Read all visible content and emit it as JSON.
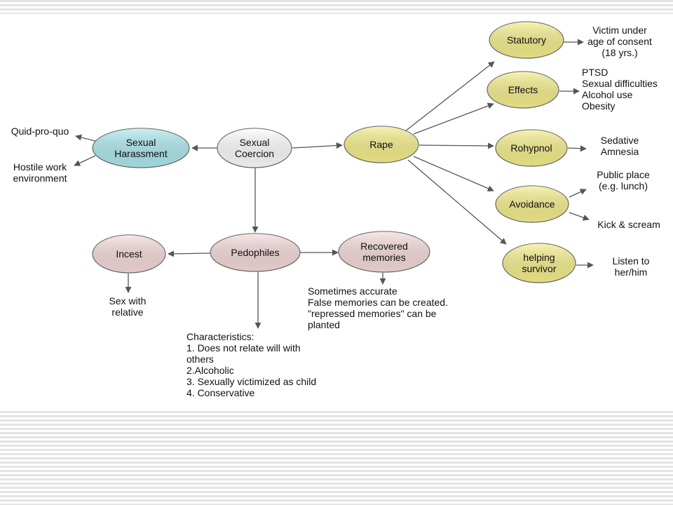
{
  "nodes": {
    "sexual_harassment": [
      "Sexual",
      "Harassment"
    ],
    "sexual_coercion": [
      "Sexual",
      "Coercion"
    ],
    "rape": [
      "Rape"
    ],
    "statutory": [
      "Statutory"
    ],
    "effects": [
      "Effects"
    ],
    "rohypnol": [
      "Rohypnol"
    ],
    "avoidance": [
      "Avoidance"
    ],
    "helping_survivor": [
      "helping",
      "survivor"
    ],
    "incest": [
      "Incest"
    ],
    "pedophiles": [
      "Pedophiles"
    ],
    "recovered_memories": [
      "Recovered",
      "memories"
    ]
  },
  "labels": {
    "quid_pro_quo": [
      "Quid-pro-quo"
    ],
    "hostile_work": [
      "Hostile work",
      "environment"
    ],
    "victim_under": [
      "Victim under",
      "age of consent",
      "(18 yrs.)"
    ],
    "effects_list": [
      "PTSD",
      "Sexual difficulties",
      "Alcohol use",
      "Obesity"
    ],
    "sedative": [
      "Sedative",
      "Amnesia"
    ],
    "public_place": [
      "Public place",
      "(e.g. lunch)"
    ],
    "kick_scream": [
      "Kick & scream"
    ],
    "listen": [
      "Listen to",
      "her/him"
    ],
    "sex_relative": [
      "Sex with",
      "relative"
    ],
    "memories_notes": [
      "Sometimes accurate",
      "False memories can be created.",
      "\"repressed memories\" can be",
      "planted"
    ],
    "characteristics": [
      "Characteristics:",
      "1. Does not relate will with",
      "others",
      "2.Alcoholic",
      "3. Sexually victimized as child",
      "4. Conservative"
    ]
  },
  "colors": {
    "yellow": "#f6f08c",
    "blue": "#aeeaf0",
    "pink": "#f7dcdc",
    "white": "#ffffff",
    "stroke": "#666666",
    "arrow": "#555555"
  }
}
